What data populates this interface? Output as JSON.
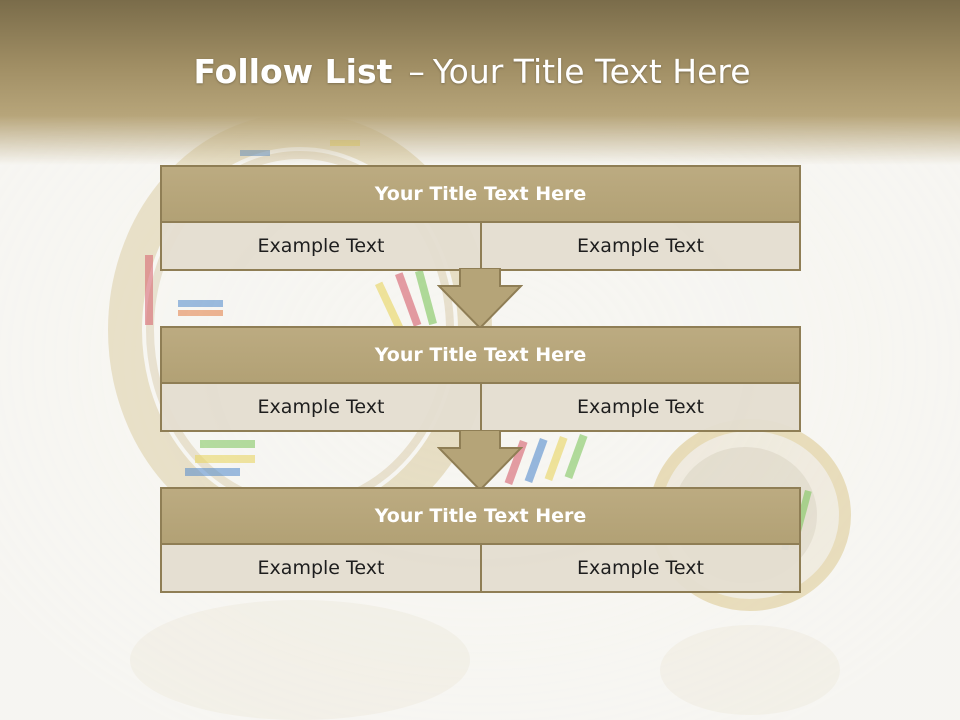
{
  "title": {
    "bold": "Follow List",
    "dash": "–",
    "rest": "Your Title Text Here"
  },
  "steps": [
    {
      "title": "Your Title Text Here",
      "left": "Example Text",
      "right": "Example Text"
    },
    {
      "title": "Your Title Text Here",
      "left": "Example Text",
      "right": "Example Text"
    },
    {
      "title": "Your Title Text Here",
      "left": "Example Text",
      "right": "Example Text"
    }
  ],
  "colors": {
    "header": "#a08e64",
    "box_title": "#b7a67b",
    "box_cell": "#e4ded0",
    "border": "#8f7e55"
  },
  "icons": [
    "arrow-down-icon"
  ]
}
